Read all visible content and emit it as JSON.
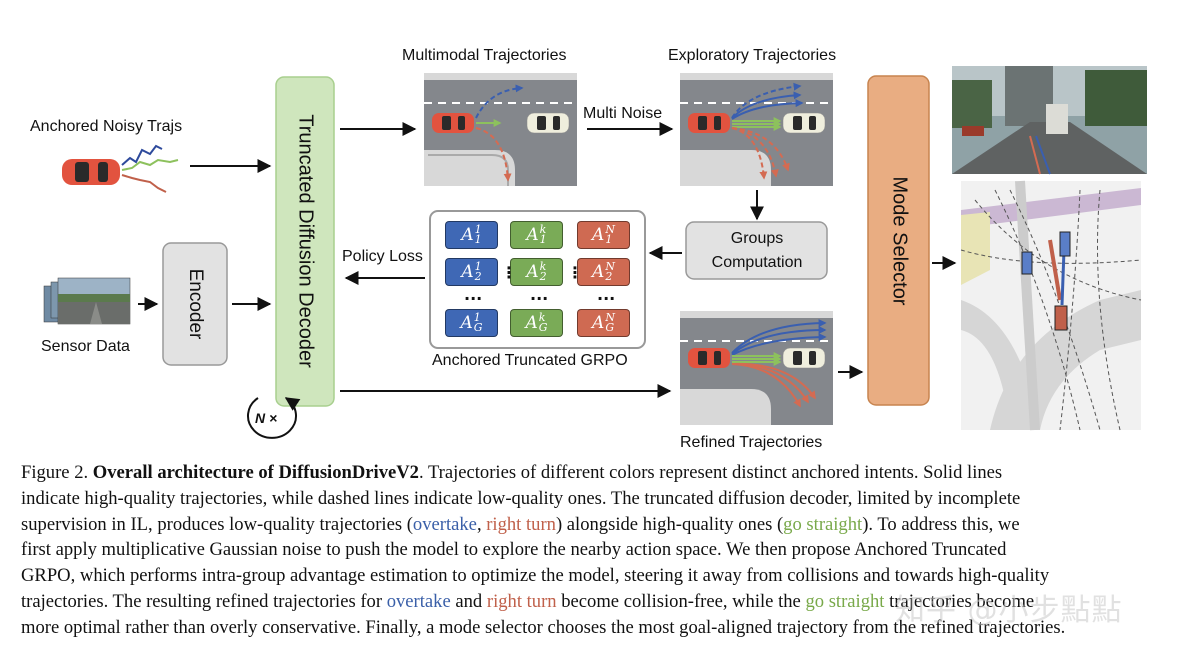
{
  "labels": {
    "anchored_noisy_trajs": "Anchored Noisy Trajs",
    "sensor_data": "Sensor Data",
    "encoder": "Encoder",
    "decoder": "Truncated Diffusion Decoder",
    "n_times": "N ×",
    "multimodal": "Multimodal  Trajectories",
    "multi_noise": "Multi Noise",
    "exploratory": "Exploratory  Trajectories",
    "groups_line1": "Groups",
    "groups_line2": "Computation",
    "policy_loss": "Policy Loss",
    "grpo": "Anchored Truncated GRPO",
    "refined": "Refined Trajectories",
    "mode_selector": "Mode Selector"
  },
  "advantage_grid": {
    "rows": [
      [
        "A",
        "A",
        "A"
      ],
      [
        "A",
        "A",
        "A"
      ],
      [
        "A",
        "A",
        "A"
      ]
    ],
    "superscripts": [
      [
        "1",
        "k",
        "N"
      ],
      [
        "1",
        "k",
        "N"
      ],
      [
        "1",
        "k",
        "N"
      ]
    ],
    "subscripts": [
      [
        "1",
        "1",
        "1"
      ],
      [
        "2",
        "2",
        "2"
      ],
      [
        "G",
        "G",
        "G"
      ]
    ],
    "column_colors": [
      "#3f68b5",
      "#7aab57",
      "#cf6a52"
    ]
  },
  "caption": {
    "fig_label": "Figure 2.",
    "title": "Overall architecture of DiffusionDriveV2",
    "l1_rest": ".  Trajectories of different colors represent distinct anchored intents.  Solid lines",
    "l2": "indicate high-quality trajectories, while dashed lines indicate low-quality ones.  The truncated diffusion decoder, limited by incomplete",
    "l3_a": "supervision in IL, produces low-quality trajectories (",
    "overtake": "overtake",
    "comma": ", ",
    "right_turn": "right turn",
    "l3_b": ") alongside high-quality ones (",
    "go_straight": "go straight",
    "l3_c": ").  To address this, we",
    "l4": "first apply multiplicative Gaussian noise to push the model to explore the nearby action space.  We then propose Anchored Truncated",
    "l5": "GRPO, which performs intra-group advantage estimation to optimize the model, steering it away from collisions and towards high-quality",
    "l6_a": "trajectories.  The resulting refined trajectories for ",
    "and": " and ",
    "l6_b": " become collision-free, while the ",
    "go_straight_partial": "go straight",
    "l6_c": " trajectories become",
    "l7": "more optimal rather than overly conservative. Finally, a mode selector chooses the most goal-aligned trajectory from the refined trajectories."
  },
  "watermark": "知乎 @小步點點",
  "colors": {
    "decoder_fill": "#cfe6bd",
    "decoder_stroke": "#a8cf8e",
    "encoder_fill": "#e2e2e2",
    "selector_fill": "#e9ad82",
    "selector_stroke": "#c7844f",
    "road": "#84878c",
    "car_red": "#e2533f",
    "car_white": "#efeedd",
    "traj_blue": "#3a5fb0",
    "traj_green": "#8dc15d",
    "traj_red": "#d46b52"
  }
}
